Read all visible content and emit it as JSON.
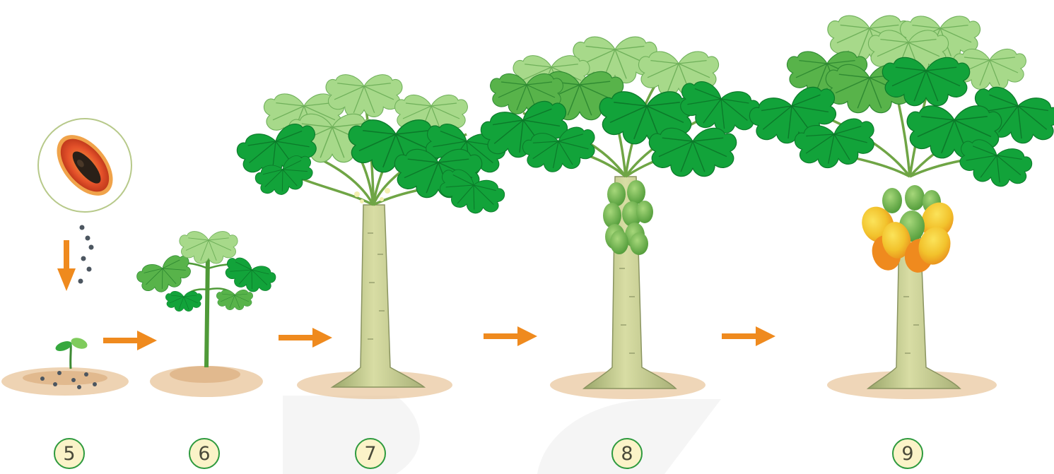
{
  "diagram": {
    "stages": [
      {
        "id": "stage-5",
        "number": "5"
      },
      {
        "id": "stage-6",
        "number": "6"
      },
      {
        "id": "stage-7",
        "number": "7"
      },
      {
        "id": "stage-8",
        "number": "8"
      },
      {
        "id": "stage-9",
        "number": "9"
      }
    ],
    "colors": {
      "leaf_dark": "#12a33a",
      "leaf_light": "#a7d98a",
      "trunk": "#c8cf8f",
      "soil": "#e8c49a",
      "arrow": "#ef8a1e",
      "badge_fill": "#fbf3c8",
      "badge_border": "#2e9a3e",
      "fruit_green": "#6db24a",
      "fruit_ripe": "#f2c22c"
    }
  }
}
